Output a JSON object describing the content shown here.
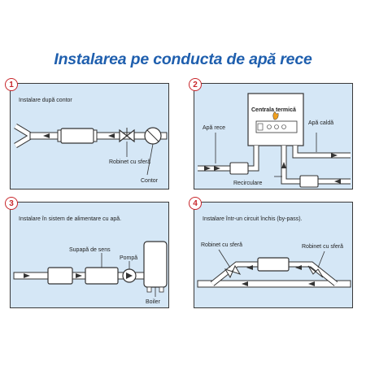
{
  "title": "Instalarea pe conducta de apă rece",
  "panels": [
    {
      "number": "1",
      "heading": "Instalare după contor",
      "labels": {
        "valve": "Robinet cu sferă",
        "meter": "Contor"
      }
    },
    {
      "number": "2",
      "heading": "",
      "labels": {
        "central": "Centrala termică",
        "cold": "Apă rece",
        "hot": "Apă caldă",
        "recirc": "Recirculare"
      }
    },
    {
      "number": "3",
      "heading": "Instalare în sistem de alimentare cu apă.",
      "labels": {
        "check": "Supapă de sens",
        "pump": "Pompă",
        "boiler": "Boiler"
      }
    },
    {
      "number": "4",
      "heading": "Instalare într-un circuit închis (by-pass).",
      "labels": {
        "valve_left": "Robinet cu sferă",
        "valve_right": "Robinet cu sferă"
      }
    }
  ],
  "colors": {
    "title": "#1f5fae",
    "panel": "#d5e7f6",
    "pipe": "#ffffff",
    "badge": "#c8262b",
    "outline": "#3a3a3a"
  }
}
